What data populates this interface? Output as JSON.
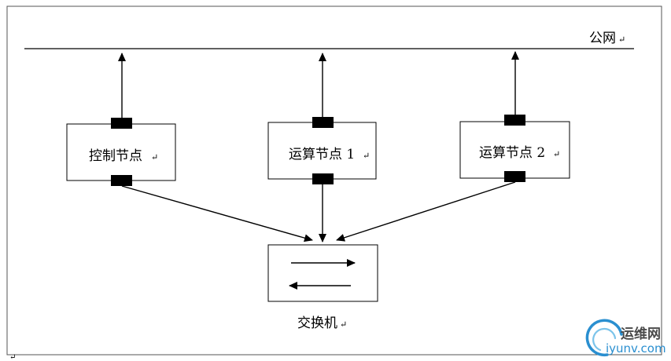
{
  "diagram": {
    "public_network_label": "公网",
    "control_node_label": "控制节点",
    "compute_node_1_label": "运算节点 1",
    "compute_node_2_label": "运算节点 2",
    "switch_label": "交换机",
    "paragraph_mark": "↵"
  },
  "watermark": {
    "cn_text": "运维网",
    "en_text": "iyunv.com",
    "accent_color": "#2a8fd0"
  },
  "colors": {
    "line": "#000000",
    "port": "#000000",
    "frame": "#555555"
  }
}
